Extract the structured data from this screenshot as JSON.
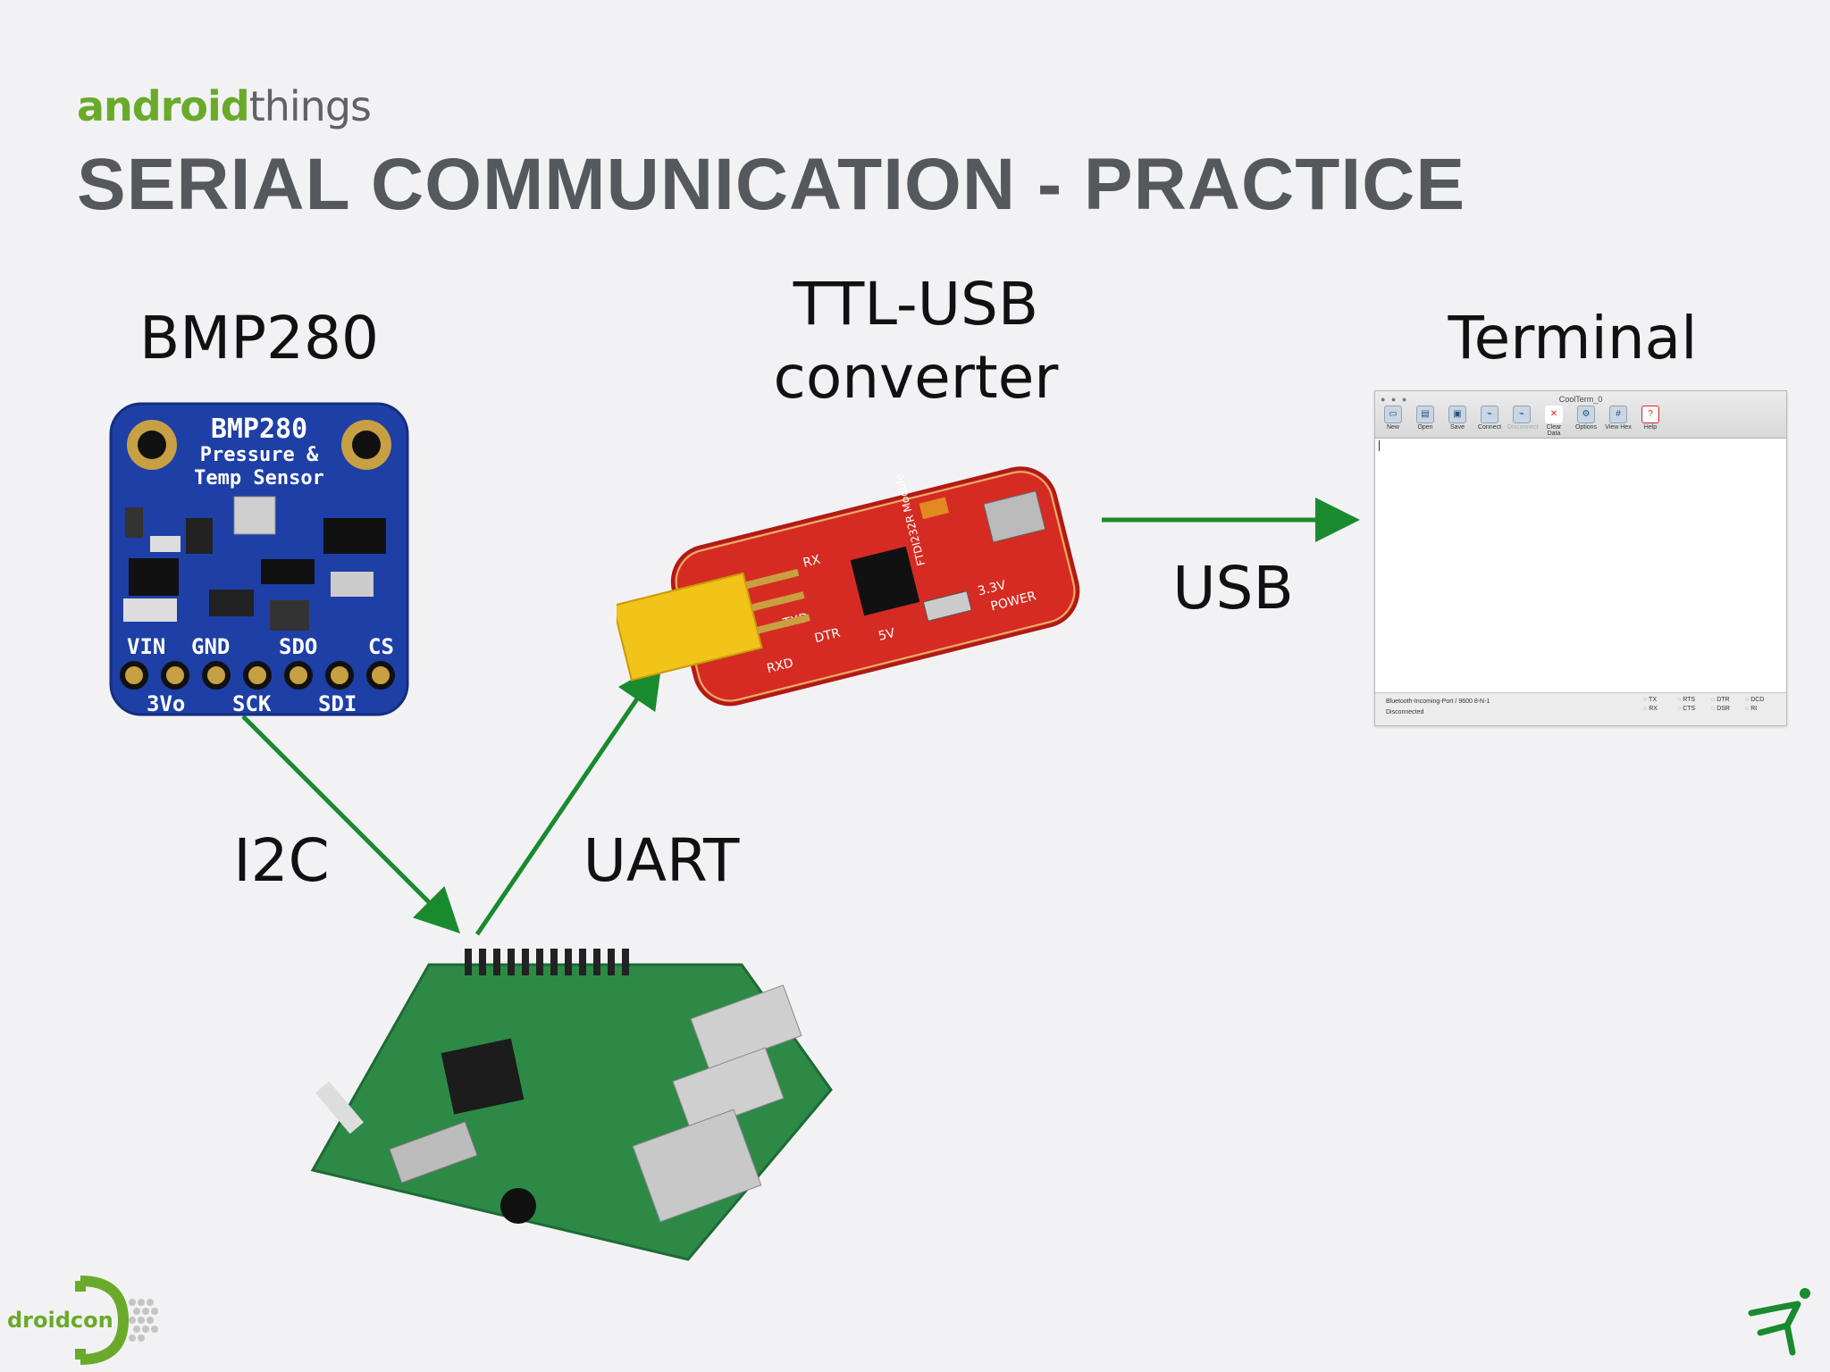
{
  "brand": {
    "part1": "android",
    "part2": "things"
  },
  "title": "SERIAL COMMUNICATION - PRACTICE",
  "labels": {
    "sensor": "BMP280",
    "converter_line1": "TTL-USB",
    "converter_line2": "converter",
    "terminal": "Terminal",
    "i2c": "I2C",
    "uart": "UART",
    "usb": "USB"
  },
  "sensor_board": {
    "title": "BMP280",
    "line1": "Pressure &",
    "line2": "Temp Sensor",
    "pins_top": [
      "VIN",
      "GND",
      "SDO",
      "CS"
    ],
    "pins_bottom": [
      "3Vo",
      "SCK",
      "SDI"
    ]
  },
  "converter_board": {
    "chip": "FTDI232R Module",
    "labels": [
      "RX",
      "TXD",
      "DTR",
      "RXD",
      "5V",
      "3.3V",
      "POWER"
    ]
  },
  "terminal_window": {
    "title": "CoolTerm_0",
    "toolbar": [
      "New",
      "Open",
      "Save",
      "Connect",
      "Disconnect",
      "Clear Data",
      "Options",
      "View Hex",
      "Help"
    ],
    "status_line1": "Bluetooth-Incoming-Port / 9600 8-N-1",
    "status_line2": "Disconnected",
    "leds": [
      "TX",
      "RTS",
      "DTR",
      "DCD",
      "RX",
      "CTS",
      "DSR",
      "RI"
    ]
  },
  "footer": {
    "logo_text": "droidcon"
  },
  "colors": {
    "arrow": "#1a8a2e",
    "title": "#55585c",
    "brand_green": "#6aaa2b"
  }
}
